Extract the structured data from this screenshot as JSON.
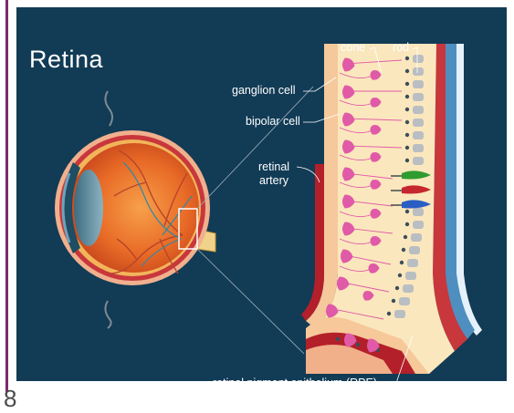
{
  "title": "Retina",
  "labels": {
    "cone": "cone",
    "rod": "rod",
    "ganglion_cell": "ganglion cell",
    "bipolar_cell": "bipolar cell",
    "retinal_artery": "retinal\nartery",
    "rpe": "retinal pigment epithelium (RPE)"
  },
  "corner_mark": "8",
  "colors": {
    "background": "#123b55",
    "eye_outer": "#e9a27b",
    "eye_inner": "#e2632b",
    "tissue": "#f9e6bf",
    "cell": "#d9489d",
    "red_wall": "#b3202a",
    "rod": "#9aa1a6",
    "cone_green": "#2e9c2e",
    "cone_red": "#c6262e",
    "cone_blue": "#2a5ec4"
  }
}
